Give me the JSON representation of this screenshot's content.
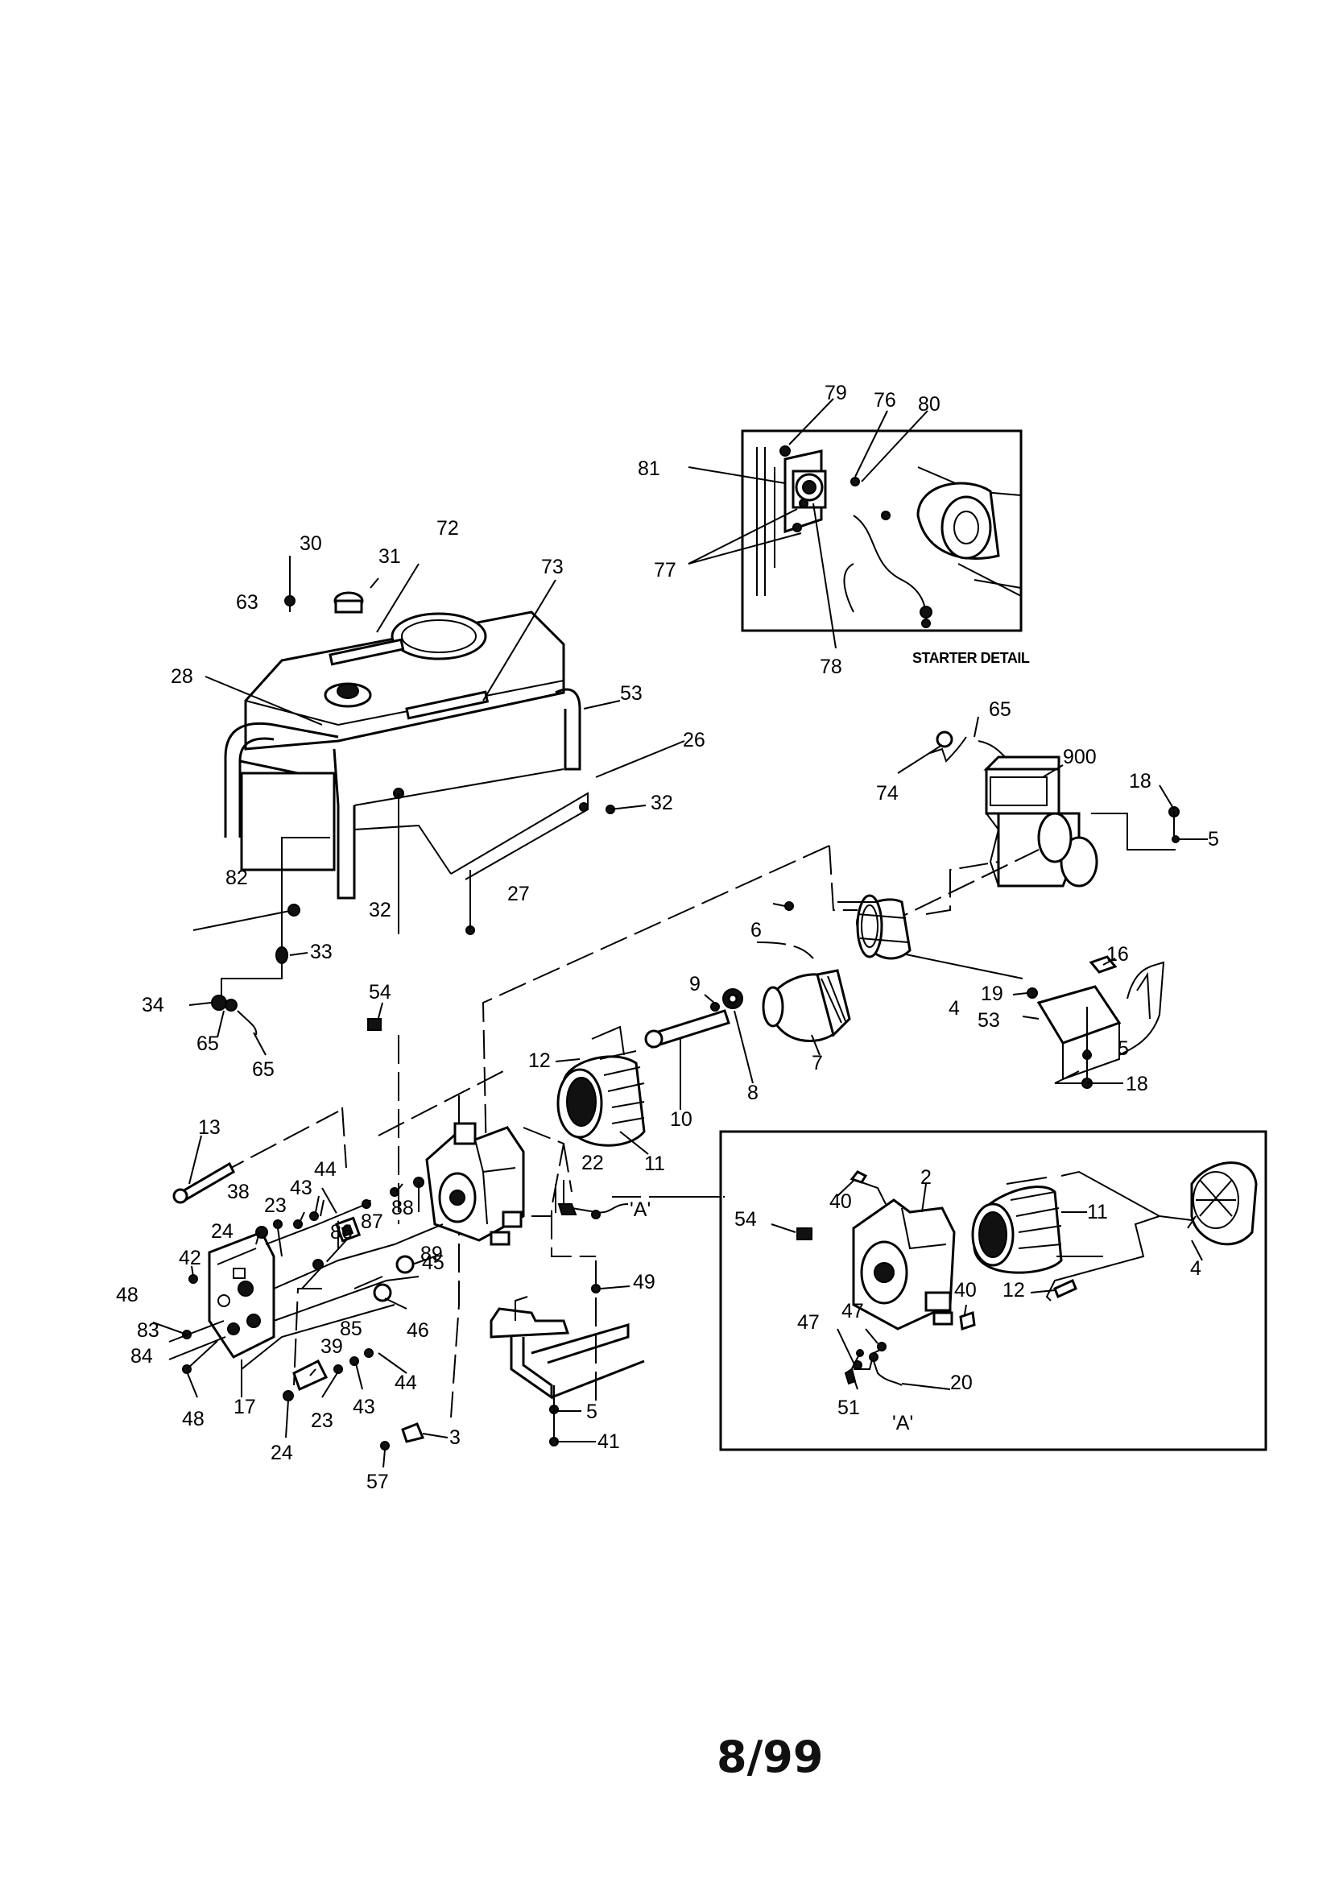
{
  "date_code": "8/99",
  "starter_detail": {
    "caption": "STARTER DETAIL",
    "callouts": [
      "79",
      "76",
      "80",
      "81",
      "77",
      "78"
    ]
  },
  "inset_detail": {
    "callouts": [
      "2",
      "54",
      "40",
      "11",
      "4",
      "40",
      "12",
      "47",
      "47",
      "51",
      "20",
      "'A'"
    ]
  },
  "main_callouts": [
    "30",
    "31",
    "72",
    "73",
    "63",
    "28",
    "53",
    "26",
    "32",
    "82",
    "32",
    "27",
    "33",
    "34",
    "65",
    "65",
    "65",
    "74",
    "900",
    "18",
    "5",
    "6",
    "4",
    "16",
    "19",
    "53",
    "5",
    "18",
    "9",
    "7",
    "8",
    "10",
    "12",
    "11",
    "54",
    "13",
    "22",
    "'A'",
    "44",
    "43",
    "38",
    "23",
    "87",
    "88",
    "86",
    "89",
    "24",
    "42",
    "45",
    "48",
    "83",
    "85",
    "46",
    "49",
    "84",
    "48",
    "17",
    "39",
    "44",
    "43",
    "23",
    "24",
    "5",
    "41",
    "3",
    "57"
  ]
}
